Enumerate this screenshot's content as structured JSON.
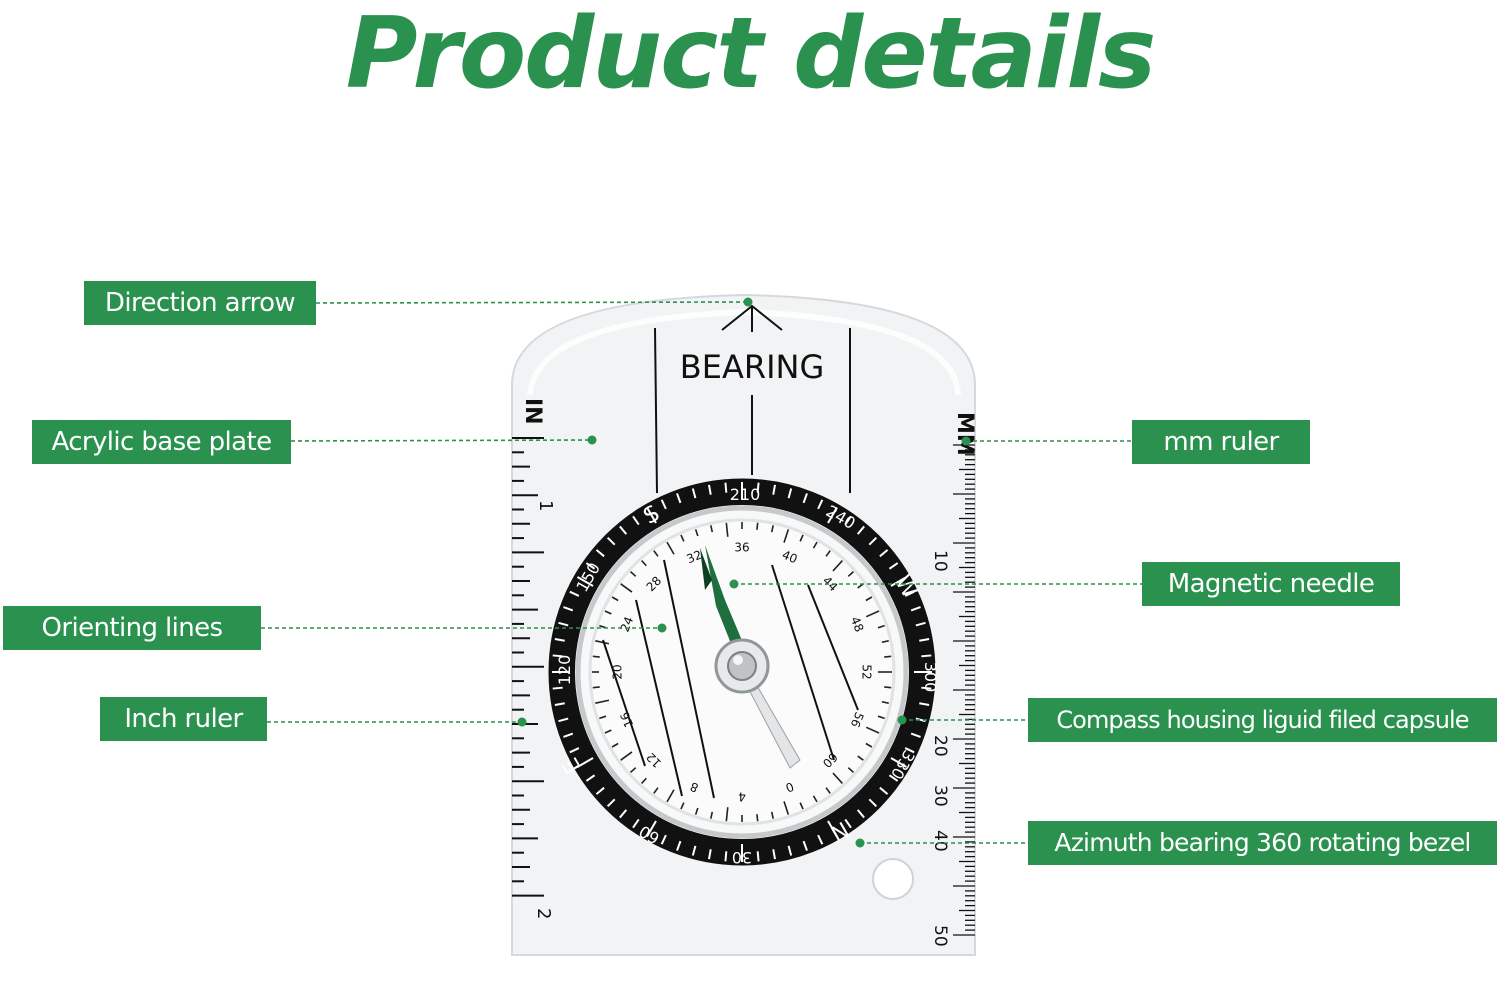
{
  "title": "Product details",
  "labels": {
    "direction_arrow": "Direction arrow",
    "acrylic_base_plate": "Acrylic base plate",
    "orienting_lines": "Orienting lines",
    "inch_ruler": "Inch ruler",
    "mm_ruler": "mm ruler",
    "magnetic_needle": "Magnetic needle",
    "compass_housing": "Compass housing liguid filed capsule",
    "azimuth_bezel": "Azimuth bearing 360 rotating bezel"
  },
  "plate": {
    "bearing": "BEARING",
    "inch_unit": "IN",
    "mm_unit": "MM",
    "inch_numbers": [
      "1",
      "2"
    ],
    "mm_numbers": [
      "10",
      "20",
      "30",
      "40",
      "50"
    ]
  },
  "bezel": {
    "degrees": [
      "210",
      "240",
      "300",
      "330",
      "30",
      "60",
      "120",
      "150"
    ],
    "cardinals": [
      "S",
      "W",
      "N",
      "E"
    ],
    "dial_numbers": [
      "36",
      "40",
      "44",
      "48",
      "52",
      "56",
      "60",
      "0",
      "4",
      "8",
      "12",
      "16",
      "20",
      "24",
      "28",
      "32"
    ]
  },
  "colors": {
    "brand_green": "#2a914f",
    "bezel_black": "#111111",
    "plate": "#f1f3f4"
  }
}
